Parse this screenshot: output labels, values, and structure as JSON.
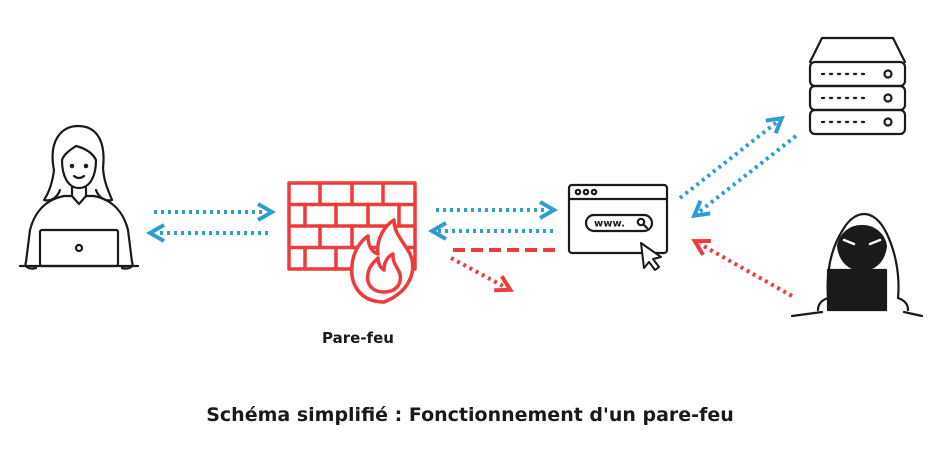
{
  "firewall": {
    "label": "Pare-feu"
  },
  "browser": {
    "url_text": "www."
  },
  "caption": "Schéma simplifié : Fonctionnement d'un pare-feu",
  "colors": {
    "blue": "#2e9ecf",
    "red": "#ef3b3b",
    "ink": "#1a1a1a"
  },
  "icons": [
    "user-laptop-icon",
    "firewall-fire-icon",
    "browser-window-icon",
    "server-rack-icon",
    "hacker-icon"
  ]
}
